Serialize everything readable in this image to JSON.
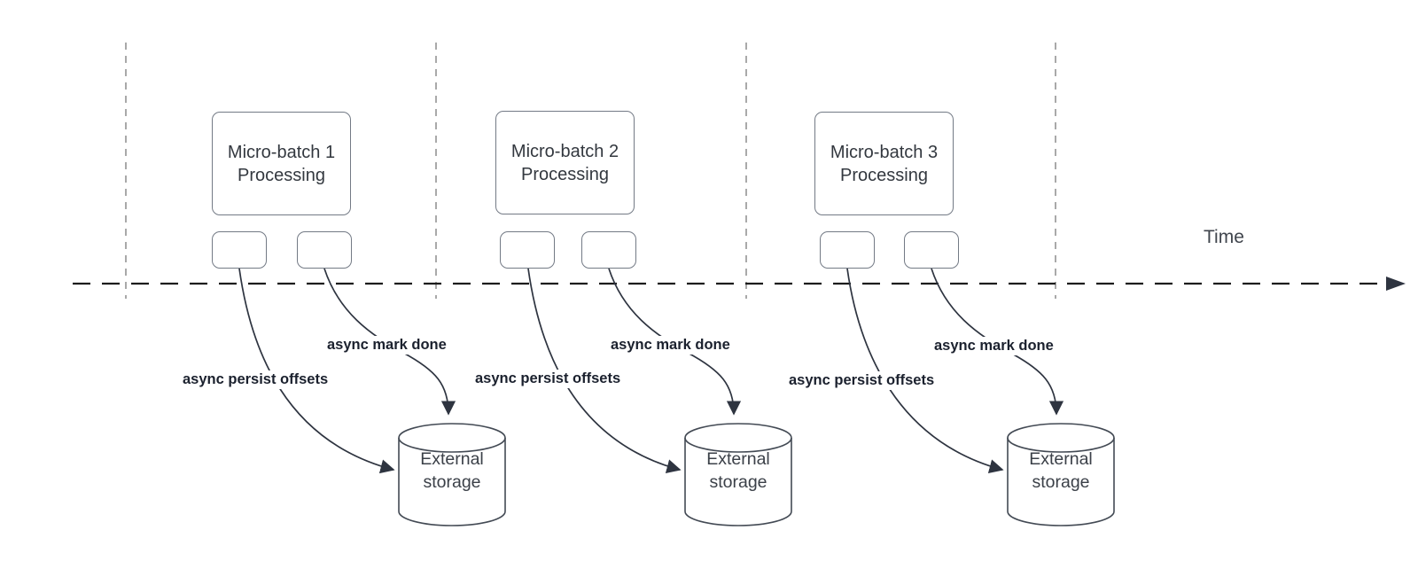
{
  "diagram": {
    "time_axis": {
      "label": "Time"
    },
    "batches": [
      {
        "box_label": "Micro-batch 1 Processing",
        "persist_label": "async persist offsets",
        "mark_done_label": "async mark done",
        "storage_label": "External storage"
      },
      {
        "box_label": "Micro-batch 2 Processing",
        "persist_label": "async persist offsets",
        "mark_done_label": "async mark done",
        "storage_label": "External storage"
      },
      {
        "box_label": "Micro-batch 3 Processing",
        "persist_label": "async persist offsets",
        "mark_done_label": "async mark done",
        "storage_label": "External storage"
      }
    ],
    "colors": {
      "background": "#ffffff",
      "box_border": "#737a85",
      "box_text": "#33383f",
      "cylinder_stroke": "#434a54",
      "arrow": "#2e3440",
      "flow_label_text": "#1b212e",
      "timeline": "#1d1d1d",
      "lane_line": "#a9a9a9"
    }
  }
}
